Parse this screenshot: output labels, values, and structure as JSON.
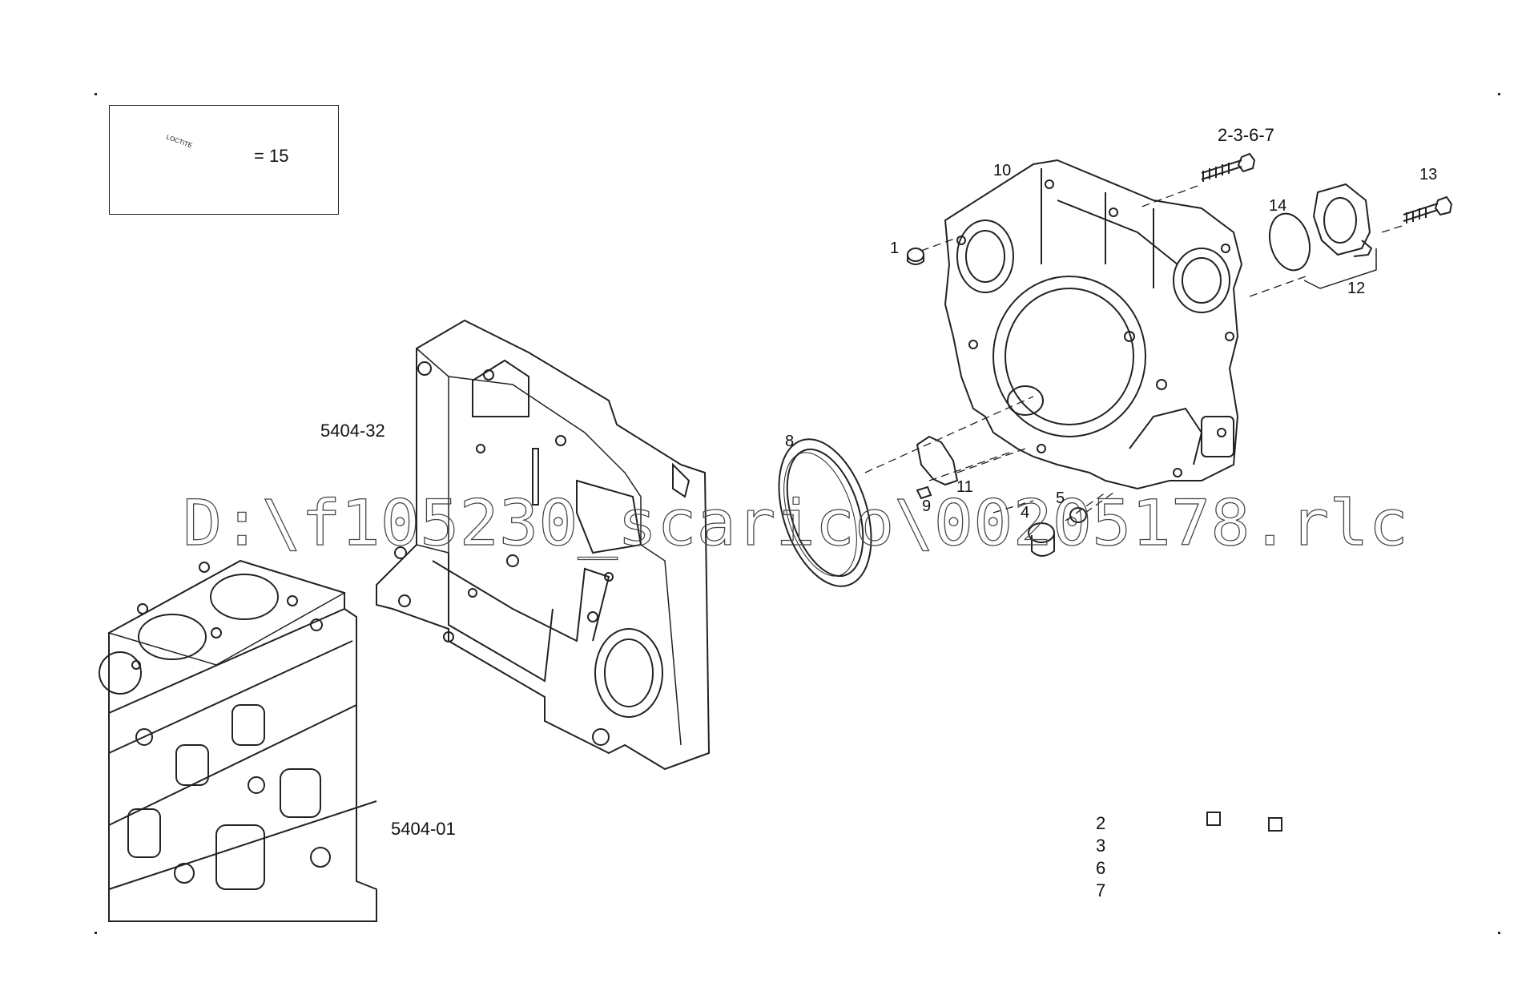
{
  "legend": {
    "tube_text": "LOCTITE",
    "equals_label": "= 15"
  },
  "assemblies": {
    "timing_case": "5404-32",
    "engine_block": "5404-01"
  },
  "callouts": {
    "c1": "1",
    "c2367": "2-3-6-7",
    "c4": "4",
    "c5": "5",
    "c8": "8",
    "c9": "9",
    "c10": "10",
    "c11": "11",
    "c12": "12",
    "c13": "13",
    "c14": "14"
  },
  "watermark": "D:\\f105230_scarico\\00205178.rlc",
  "variant_table": {
    "rows": [
      "2",
      "3",
      "6",
      "7"
    ]
  }
}
